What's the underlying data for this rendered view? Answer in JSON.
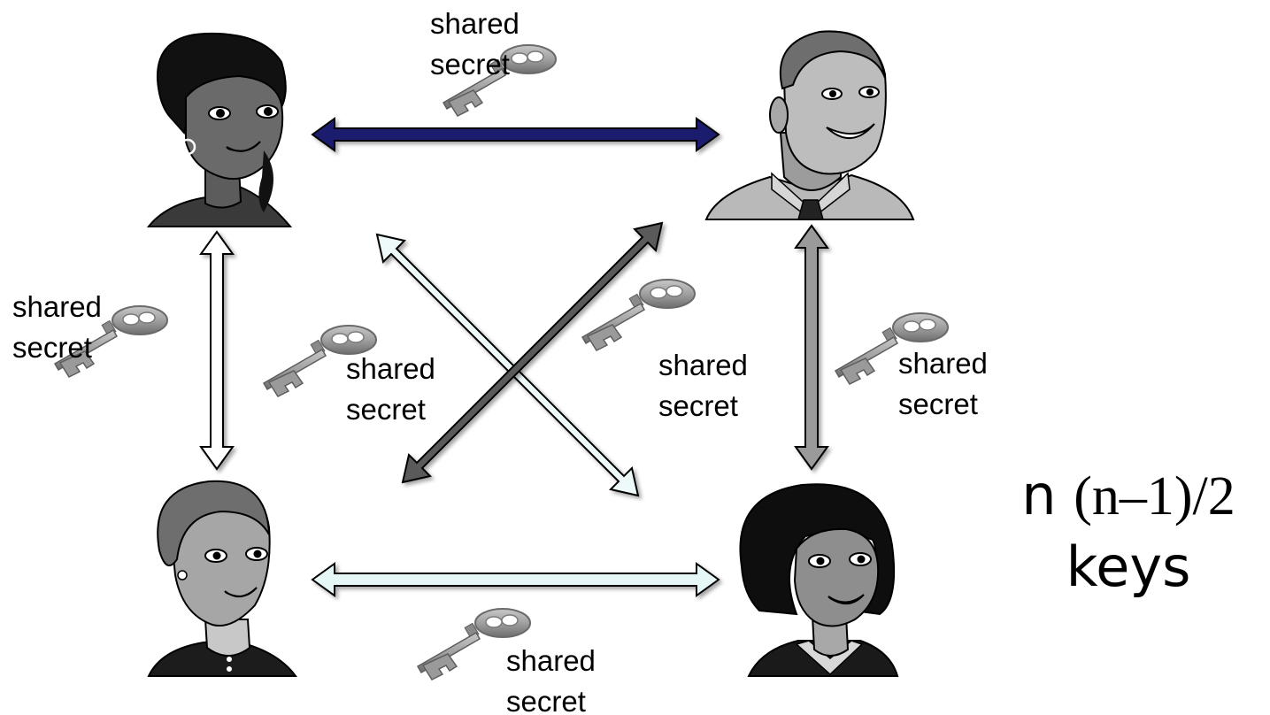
{
  "edge_label": {
    "line1": "shared",
    "line2": "secret"
  },
  "formula": {
    "n": "n",
    "expr": "(n–1)/2",
    "unit": "keys"
  },
  "people": [
    {
      "name": "person-top-left",
      "shade": "dark"
    },
    {
      "name": "person-top-right",
      "shade": "light"
    },
    {
      "name": "person-bottom-left",
      "shade": "light"
    },
    {
      "name": "person-bottom-right",
      "shade": "dark"
    }
  ],
  "colors": {
    "arrow_top": "#1f1f6e",
    "arrow_left": "#ffffff",
    "arrow_bottom": "#e6f7f7",
    "arrow_right": "#9a9a9a",
    "arrow_diag_tl_br": "#eefafa",
    "arrow_diag_bl_tr": "#5a5a5a",
    "key": "#9c9c9c"
  }
}
